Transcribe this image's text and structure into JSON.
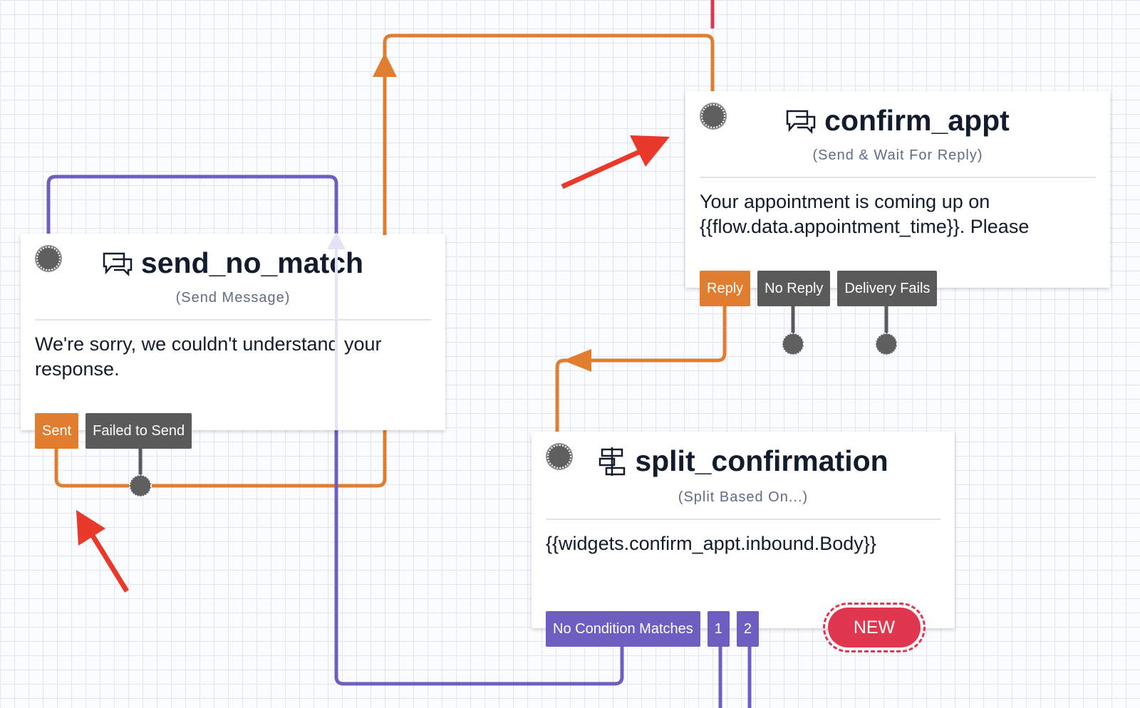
{
  "widgets": {
    "send_no_match": {
      "title": "send_no_match",
      "type": "(Send Message)",
      "body": "We're sorry, we couldn't understand your response.",
      "icon": "chat-bubbles-icon",
      "transitions": [
        "Sent",
        "Failed to Send"
      ]
    },
    "confirm_appt": {
      "title": "confirm_appt",
      "type": "(Send & Wait For Reply)",
      "body": "Your appointment is coming up on {{flow.data.appointment_time}}. Please",
      "icon": "chat-bubbles-icon",
      "transitions": [
        "Reply",
        "No Reply",
        "Delivery Fails"
      ]
    },
    "split_confirmation": {
      "title": "split_confirmation",
      "type": "(Split Based On...)",
      "body": "{{widgets.confirm_appt.inbound.Body}}",
      "icon": "split-icon",
      "transitions": [
        "No Condition Matches",
        "1",
        "2"
      ],
      "new_button": "NEW"
    }
  },
  "colors": {
    "orange_wire": "#e07d2f",
    "purple_wire": "#6e5ec1",
    "red_wire": "#e1374e",
    "annotation_arrow": "#e8392a",
    "port": "#5f5f5f"
  }
}
